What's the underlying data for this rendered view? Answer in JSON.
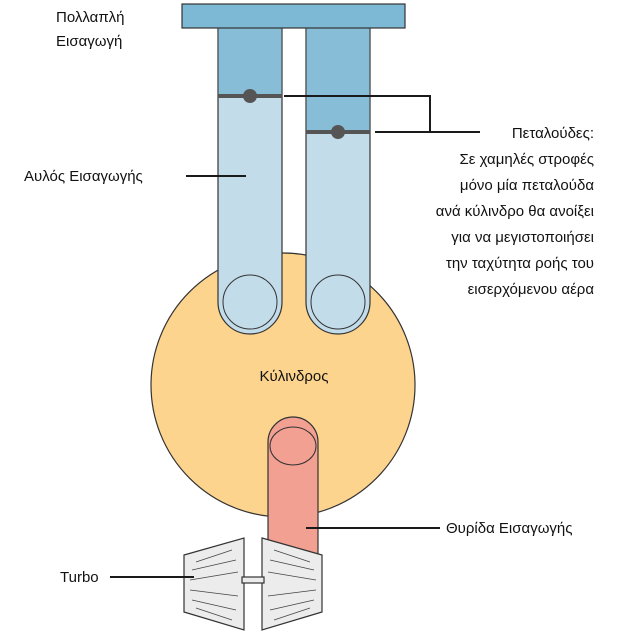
{
  "labels": {
    "manifold": [
      "Πολλαπλή",
      "Εισαγωγή"
    ],
    "runner": "Αυλός Εισαγωγής",
    "butterflies": [
      "Πεταλούδες:",
      "Σε χαμηλές στροφές",
      "μόνο μία πεταλούδα",
      "ανά κύλινδρο θα ανοίξει",
      "για να μεγιστοποιήσει",
      "την ταχύτητα ροής του",
      "εισερχόμενου αέρα"
    ],
    "cylinder": "Κύλινδρος",
    "port": "Θυρίδα Εισαγωγής",
    "turbo": "Turbo"
  },
  "colors": {
    "manifold": "#7db9d4",
    "runner_fill": "#c3dcea",
    "runner_upper": "#88bdd8",
    "cylinder": "#fdd48d",
    "port": "#f2a091",
    "turbo": "#ececec",
    "outline": "#333333",
    "valve": "#555555"
  }
}
